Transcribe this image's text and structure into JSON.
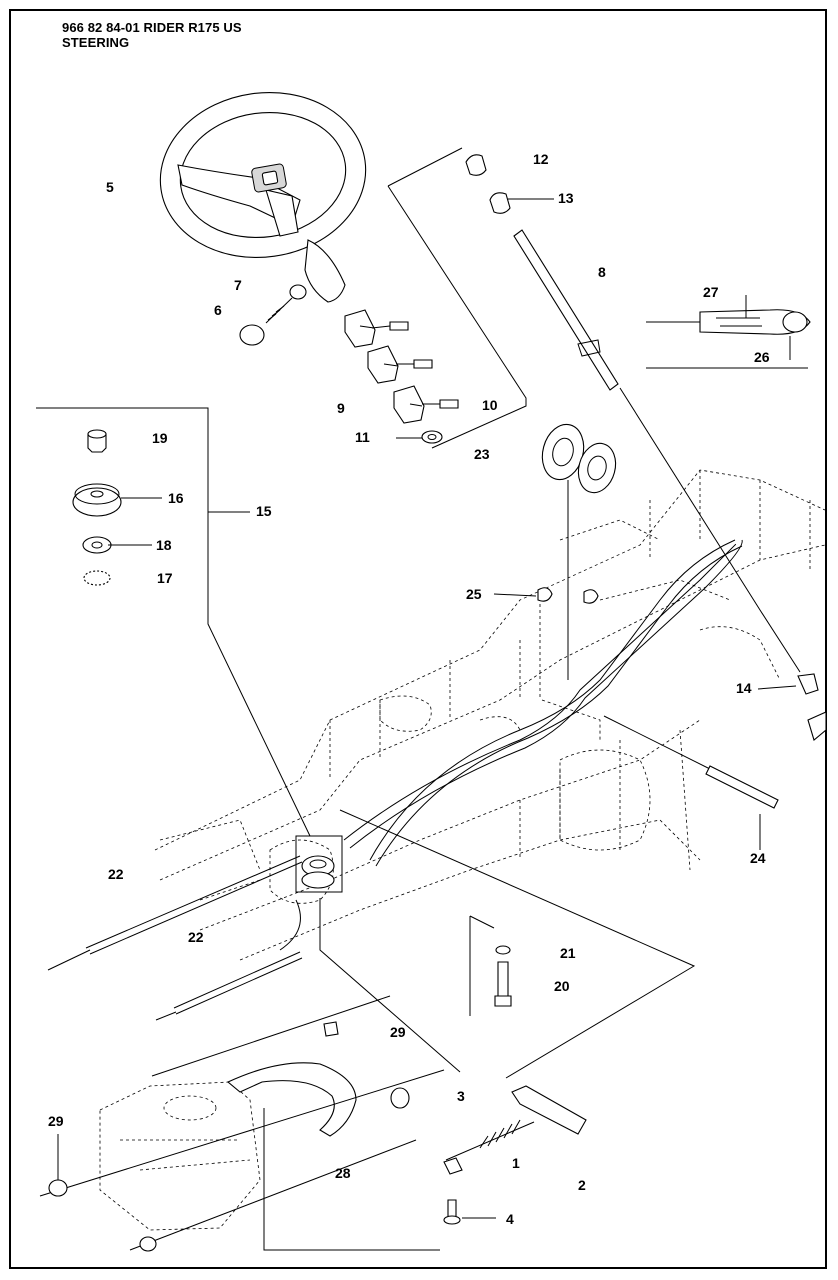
{
  "header": {
    "model_line": "966 82 84-01 RIDER R175 US",
    "section": "STEERING"
  },
  "callouts": [
    {
      "id": "c1",
      "text": "1"
    },
    {
      "id": "c2",
      "text": "2"
    },
    {
      "id": "c3",
      "text": "3"
    },
    {
      "id": "c4",
      "text": "4"
    },
    {
      "id": "c5",
      "text": "5"
    },
    {
      "id": "c6",
      "text": "6"
    },
    {
      "id": "c7",
      "text": "7"
    },
    {
      "id": "c8",
      "text": "8"
    },
    {
      "id": "c9",
      "text": "9"
    },
    {
      "id": "c10",
      "text": "10"
    },
    {
      "id": "c11",
      "text": "11"
    },
    {
      "id": "c12",
      "text": "12"
    },
    {
      "id": "c13",
      "text": "13"
    },
    {
      "id": "c14",
      "text": "14"
    },
    {
      "id": "c15",
      "text": "15"
    },
    {
      "id": "c16",
      "text": "16"
    },
    {
      "id": "c17",
      "text": "17"
    },
    {
      "id": "c18",
      "text": "18"
    },
    {
      "id": "c19",
      "text": "19"
    },
    {
      "id": "c20",
      "text": "20"
    },
    {
      "id": "c21",
      "text": "21"
    },
    {
      "id": "c22a",
      "text": "22"
    },
    {
      "id": "c22b",
      "text": "22"
    },
    {
      "id": "c23",
      "text": "23"
    },
    {
      "id": "c24",
      "text": "24"
    },
    {
      "id": "c25",
      "text": "25"
    },
    {
      "id": "c26",
      "text": "26"
    },
    {
      "id": "c27",
      "text": "27"
    },
    {
      "id": "c28",
      "text": "28"
    },
    {
      "id": "c29a",
      "text": "29"
    },
    {
      "id": "c29b",
      "text": "29"
    }
  ]
}
